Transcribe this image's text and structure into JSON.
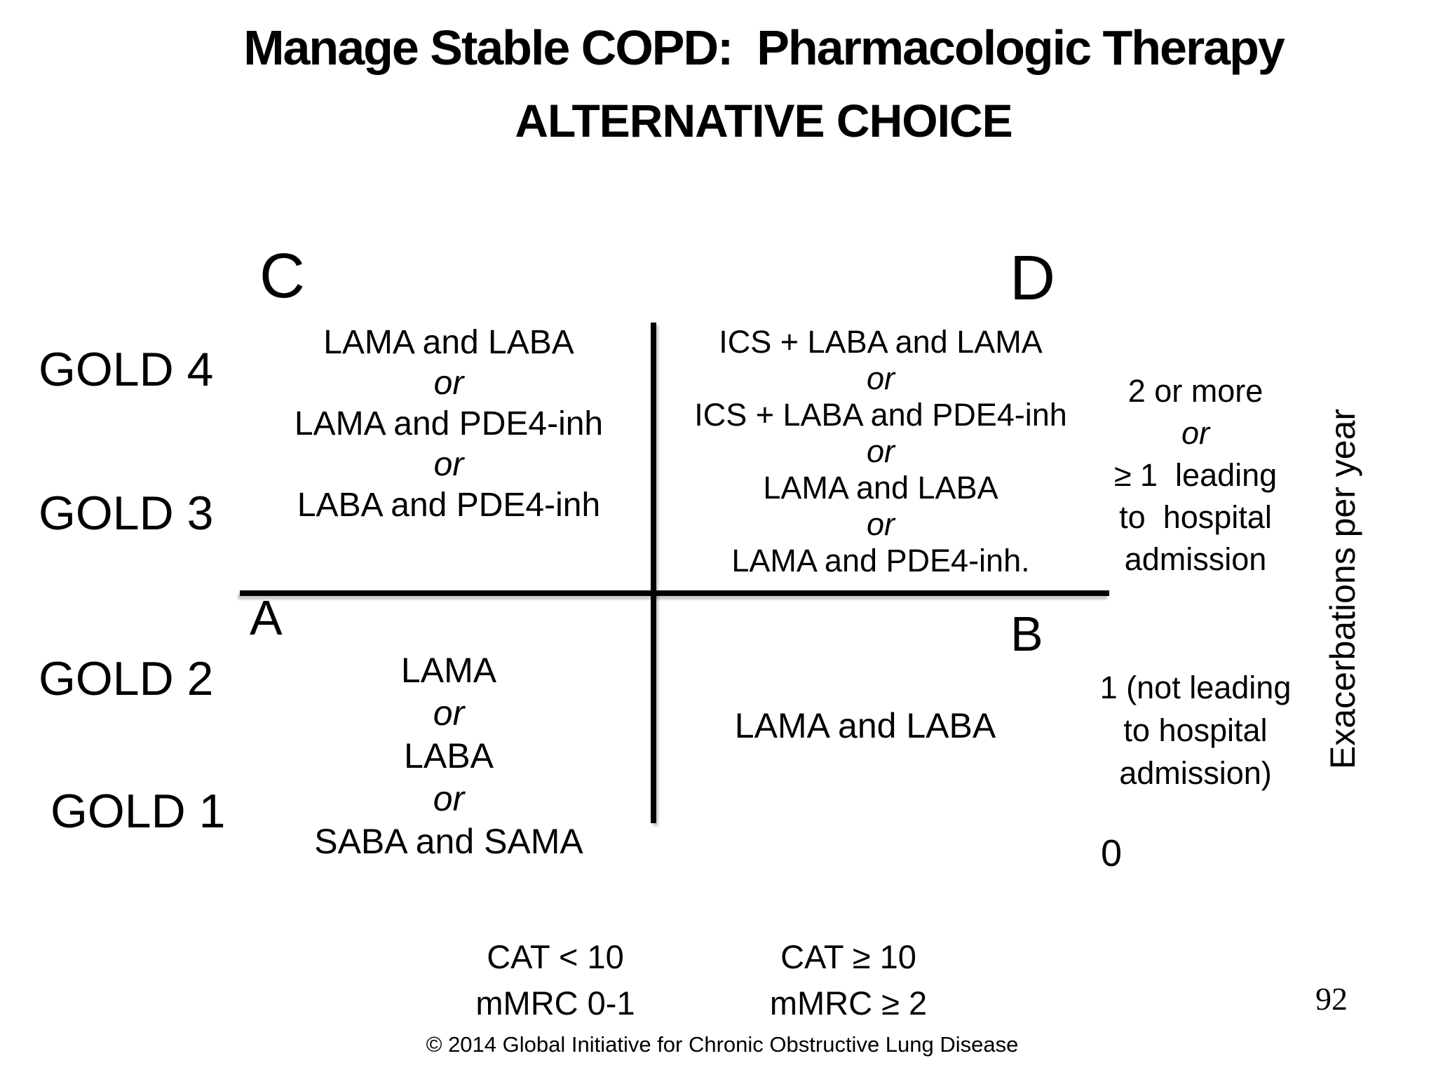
{
  "title": {
    "line1": "Manage Stable COPD:  Pharmacologic Therapy",
    "line2": "ALTERNATIVE CHOICE"
  },
  "gold_rows": [
    "GOLD 4",
    "GOLD 3",
    "GOLD 2",
    "GOLD 1"
  ],
  "quadrants": {
    "c": {
      "label": "C",
      "lines": [
        "LAMA and LABA",
        "or",
        "LAMA and PDE4-inh",
        "or",
        "LABA and PDE4-inh"
      ]
    },
    "d": {
      "label": "D",
      "lines": [
        "ICS + LABA and LAMA",
        "or",
        "ICS + LABA and PDE4-inh",
        "or",
        "LAMA and LABA",
        "or",
        "LAMA and PDE4-inh."
      ]
    },
    "a": {
      "label": "A",
      "lines": [
        "LAMA",
        "or",
        "LABA",
        "or",
        "SABA and SAMA"
      ]
    },
    "b": {
      "label": "B",
      "lines": [
        "LAMA and LABA"
      ]
    }
  },
  "right_axis": {
    "top_lines": [
      "2 or more",
      "or",
      "≥ 1  leading",
      "to  hospital",
      "admission"
    ],
    "bottom_lines": [
      "1 (not leading",
      "to hospital",
      "admission)"
    ],
    "zero": "0",
    "rotated_label": "Exacerbations per year"
  },
  "bottom_axis": {
    "left_lines": [
      "CAT < 10",
      "mMRC 0-1"
    ],
    "right_lines": [
      "CAT ≥ 10",
      "mMRC ≥ 2"
    ]
  },
  "footer": {
    "copyright": "© 2014 Global Initiative for Chronic Obstructive Lung Disease",
    "page_number": "92"
  }
}
